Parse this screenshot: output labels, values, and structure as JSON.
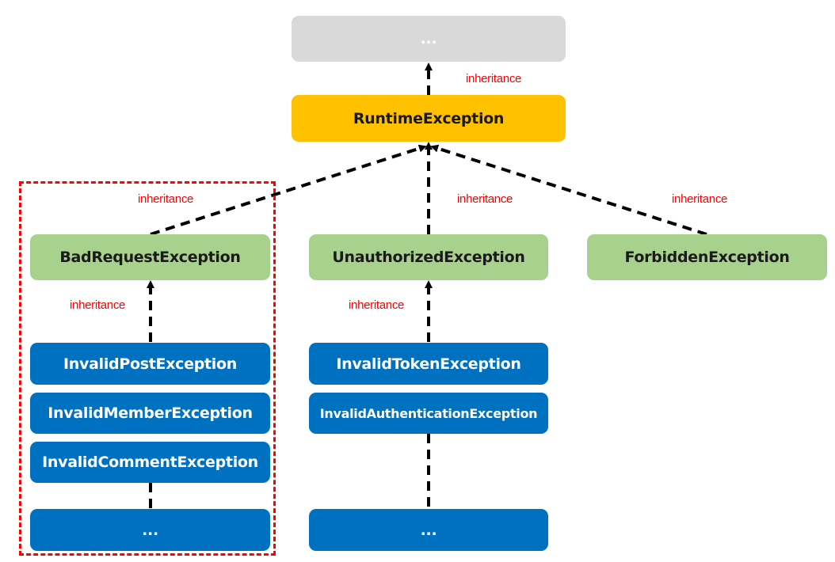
{
  "nodes": {
    "root": "...",
    "runtime": "RuntimeException",
    "bad_request": "BadRequestException",
    "unauthorized": "UnauthorizedException",
    "forbidden": "ForbiddenException",
    "invalid_post": "InvalidPostException",
    "invalid_member": "InvalidMemberException",
    "invalid_comment": "InvalidCommentException",
    "bad_request_more": "...",
    "invalid_token": "InvalidTokenException",
    "invalid_authentication": "InvalidAuthenticationException",
    "unauthorized_more": "..."
  },
  "edge_labels": {
    "root_runtime": "inheritance",
    "bad_request_runtime": "inheritance",
    "unauthorized_runtime": "inheritance",
    "forbidden_runtime": "inheritance",
    "invalid_bad_request": "inheritance",
    "invalid_unauthorized": "inheritance"
  },
  "colors": {
    "root": "#d9d9d9",
    "runtime": "#ffc000",
    "http_exceptions": "#a9d18e",
    "custom_exceptions": "#0070c0",
    "label": "#ff0000",
    "highlight_box": "#ff0000"
  }
}
